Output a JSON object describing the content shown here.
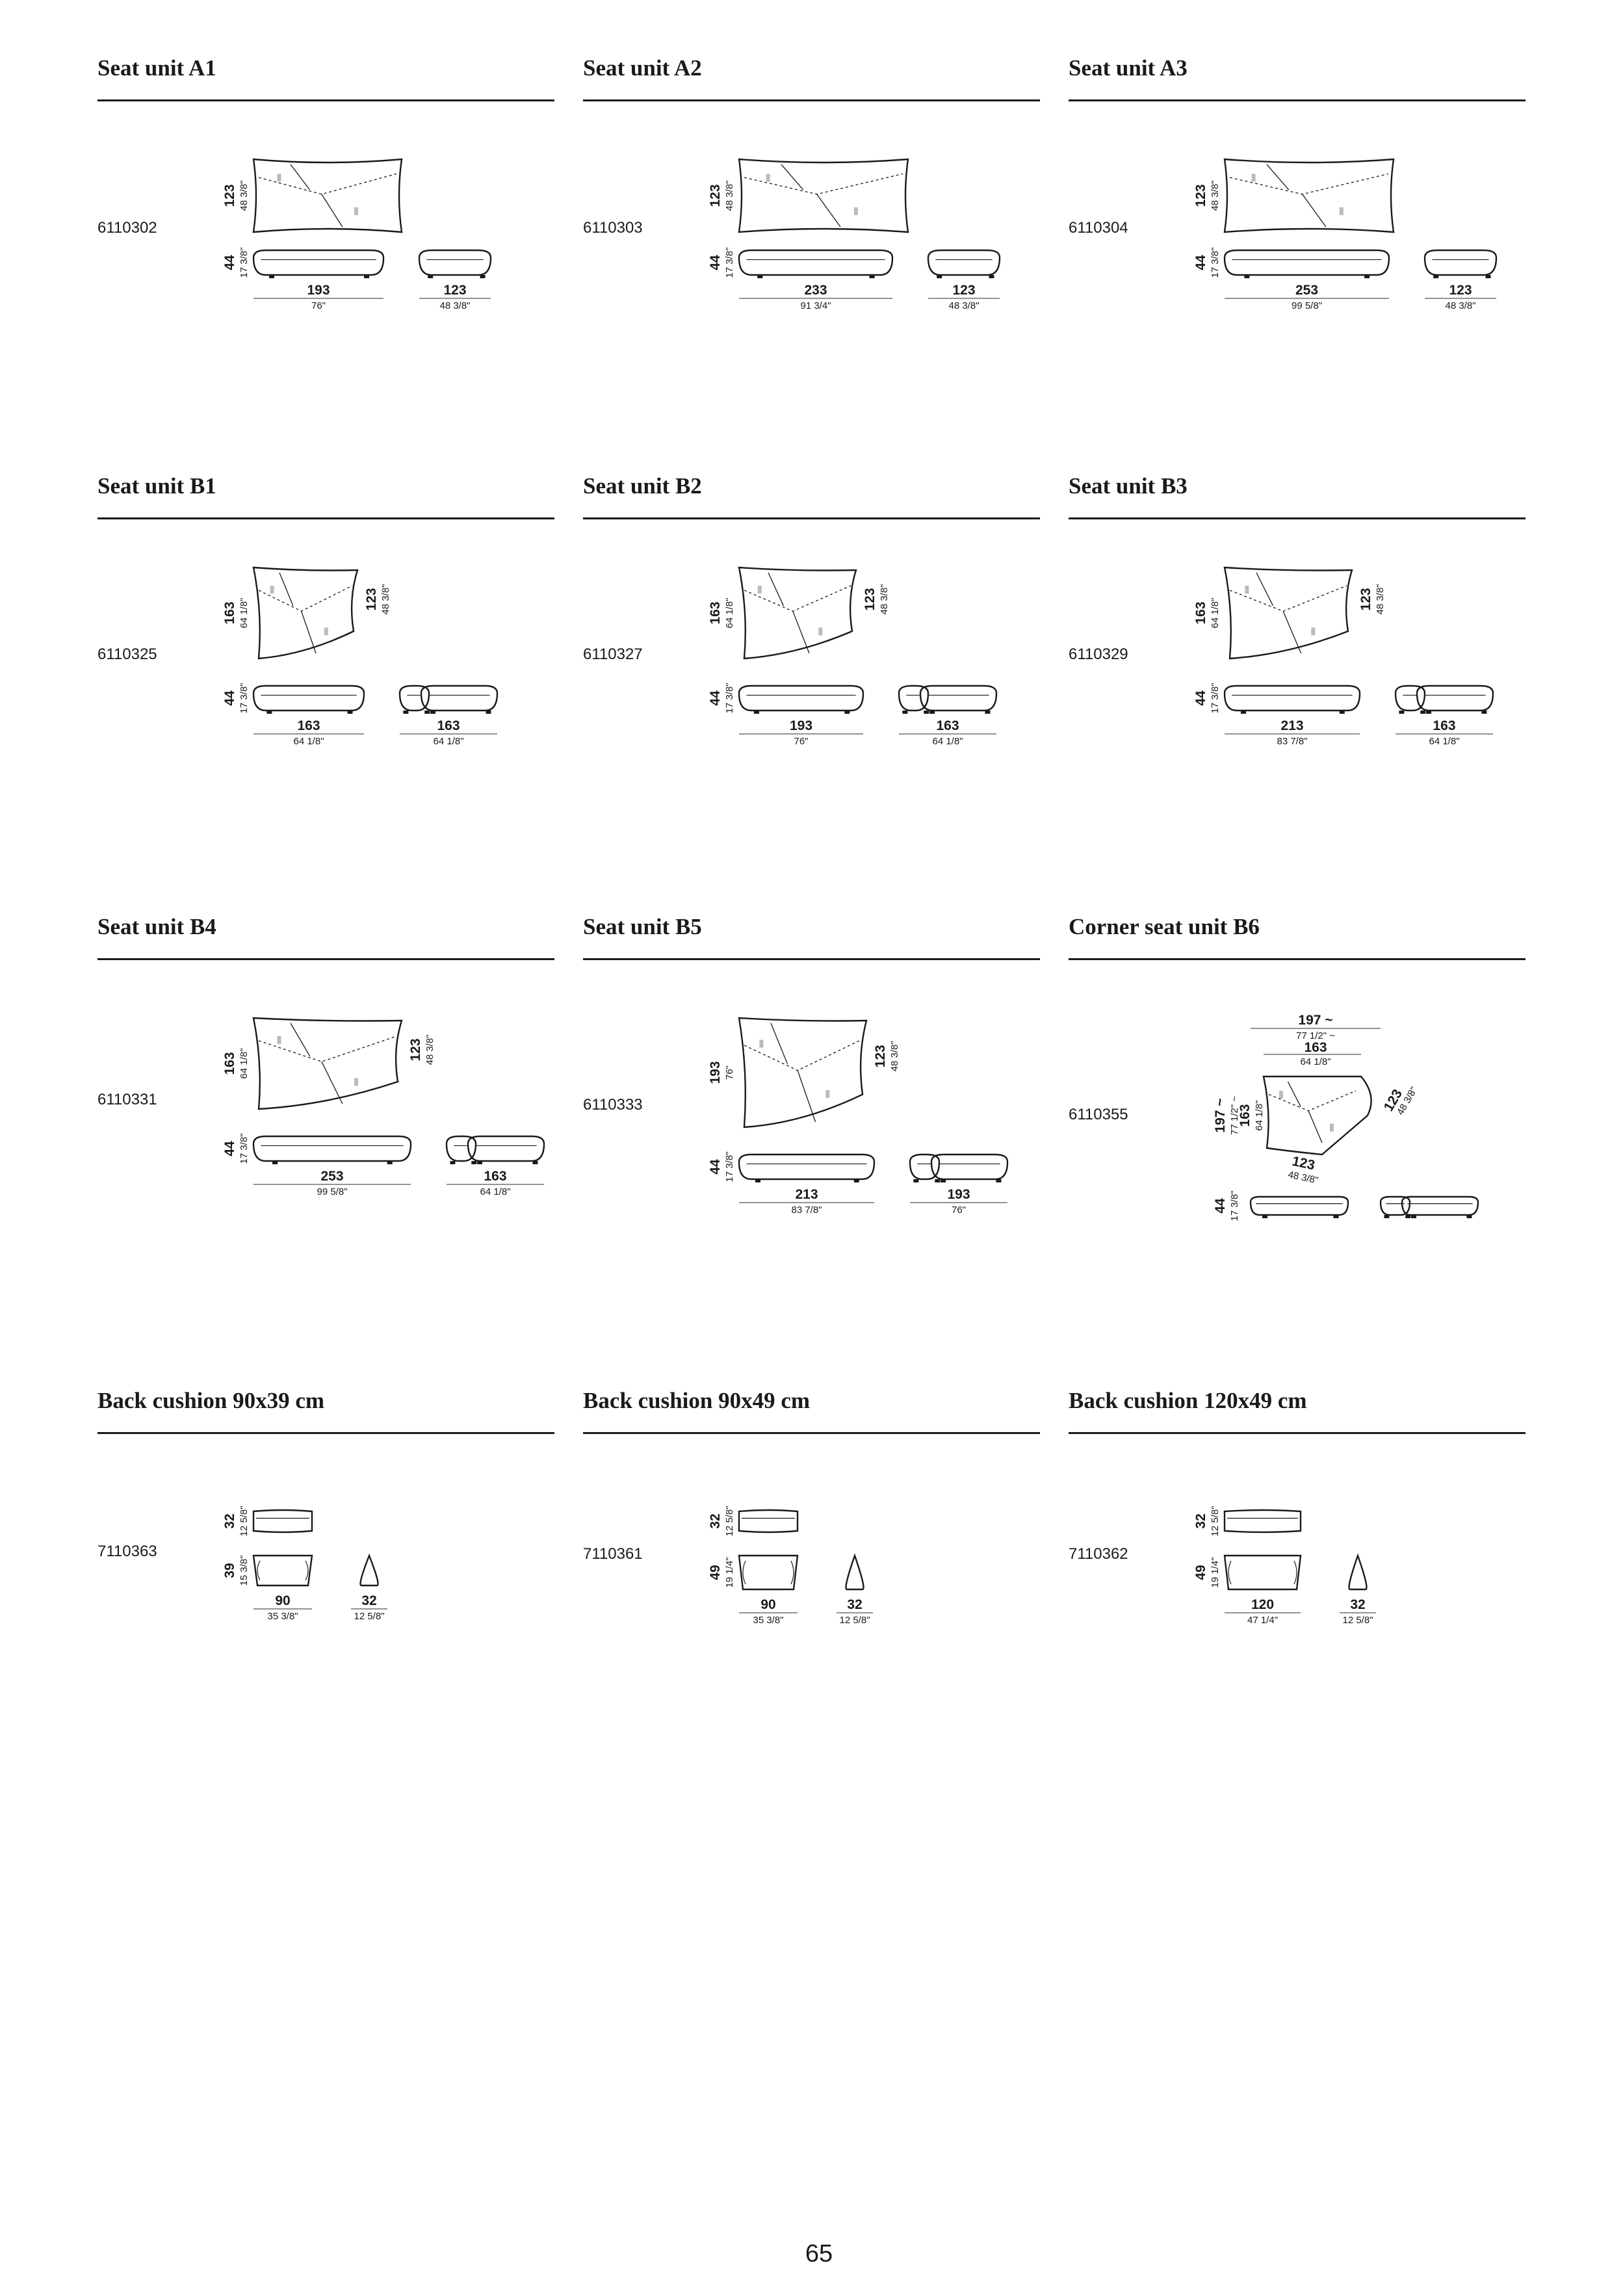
{
  "page_number": "65",
  "sections": [
    {
      "title": "Seat unit A1",
      "code": "6110302",
      "top_view": {
        "shape": "rect",
        "depth": "123",
        "depth_in": "48 3/8\""
      },
      "side_view": {
        "height": "44",
        "height_in": "17 3/8\"",
        "width": "193",
        "width_in": "76\"",
        "width_frac": 0.45
      },
      "end_view": {
        "width": "123",
        "width_in": "48 3/8\""
      }
    },
    {
      "title": "Seat unit A2",
      "code": "6110303",
      "top_view": {
        "shape": "rect",
        "depth": "123",
        "depth_in": "48 3/8\""
      },
      "side_view": {
        "height": "44",
        "height_in": "17 3/8\"",
        "width": "233",
        "width_in": "91 3/4\"",
        "width_frac": 0.53
      },
      "end_view": {
        "width": "123",
        "width_in": "48 3/8\""
      }
    },
    {
      "title": "Seat unit A3",
      "code": "6110304",
      "top_view": {
        "shape": "rect",
        "depth": "123",
        "depth_in": "48 3/8\""
      },
      "side_view": {
        "height": "44",
        "height_in": "17 3/8\"",
        "width": "253",
        "width_in": "99 5/8\"",
        "width_frac": 0.57
      },
      "end_view": {
        "width": "123",
        "width_in": "48 3/8\""
      }
    },
    {
      "title": "Seat unit B1",
      "code": "6110325",
      "top_view": {
        "shape": "trapezoid",
        "depth": "163",
        "depth_in": "64 1/8\"",
        "depth2": "123",
        "depth2_in": "48 3/8\""
      },
      "side_view": {
        "height": "44",
        "height_in": "17 3/8\"",
        "width": "163",
        "width_in": "64 1/8\"",
        "width_frac": 0.4
      },
      "end_view": {
        "width": "163",
        "width_in": "64 1/8\""
      }
    },
    {
      "title": "Seat unit B2",
      "code": "6110327",
      "top_view": {
        "shape": "trapezoid",
        "depth": "163",
        "depth_in": "64 1/8\"",
        "depth2": "123",
        "depth2_in": "48 3/8\""
      },
      "side_view": {
        "height": "44",
        "height_in": "17 3/8\"",
        "width": "193",
        "width_in": "76\"",
        "width_frac": 0.45
      },
      "end_view": {
        "width": "163",
        "width_in": "64 1/8\""
      }
    },
    {
      "title": "Seat unit B3",
      "code": "6110329",
      "top_view": {
        "shape": "trapezoid",
        "depth": "163",
        "depth_in": "64 1/8\"",
        "depth2": "123",
        "depth2_in": "48 3/8\""
      },
      "side_view": {
        "height": "44",
        "height_in": "17 3/8\"",
        "width": "213",
        "width_in": "83 7/8\"",
        "width_frac": 0.49
      },
      "end_view": {
        "width": "163",
        "width_in": "64 1/8\""
      }
    },
    {
      "title": "Seat unit B4",
      "code": "6110331",
      "top_view": {
        "shape": "trapezoid",
        "depth": "163",
        "depth_in": "64 1/8\"",
        "depth2": "123",
        "depth2_in": "48 3/8\""
      },
      "side_view": {
        "height": "44",
        "height_in": "17 3/8\"",
        "width": "253",
        "width_in": "99 5/8\"",
        "width_frac": 0.57
      },
      "end_view": {
        "width": "163",
        "width_in": "64 1/8\""
      }
    },
    {
      "title": "Seat unit B5",
      "code": "6110333",
      "top_view": {
        "shape": "trapezoid",
        "depth": "193",
        "depth_in": "76\"",
        "depth2": "123",
        "depth2_in": "48 3/8\""
      },
      "side_view": {
        "height": "44",
        "height_in": "17 3/8\"",
        "width": "213",
        "width_in": "83 7/8\"",
        "width_frac": 0.49
      },
      "end_view": {
        "width": "193",
        "width_in": "76\""
      }
    },
    {
      "title": "Corner seat unit B6",
      "code": "6110355",
      "top_view": {
        "shape": "corner",
        "overall": "197 ~",
        "overall_in": "77 1/2\" ~",
        "inner": "163",
        "inner_in": "64 1/8\"",
        "side": "123",
        "side_in": "48 3/8\""
      },
      "side_view": {
        "height": "44",
        "height_in": "17 3/8\""
      }
    },
    {
      "title": "Back cushion 90x39 cm",
      "code": "7110363",
      "top_view": {
        "shape": "cushion",
        "depth": "32",
        "depth_in": "12 5/8\""
      },
      "side_view": {
        "height": "39",
        "height_in": "15 3/8\"",
        "width": "90",
        "width_in": "35 3/8\"",
        "width_frac": 0.23
      },
      "end_view": {
        "width": "32",
        "width_in": "12 5/8\""
      }
    },
    {
      "title": "Back cushion 90x49 cm",
      "code": "7110361",
      "top_view": {
        "shape": "cushion",
        "depth": "32",
        "depth_in": "12 5/8\""
      },
      "side_view": {
        "height": "49",
        "height_in": "19 1/4\"",
        "width": "90",
        "width_in": "35 3/8\"",
        "width_frac": 0.23
      },
      "end_view": {
        "width": "32",
        "width_in": "12 5/8\""
      }
    },
    {
      "title": "Back cushion 120x49 cm",
      "code": "7110362",
      "top_view": {
        "shape": "cushion",
        "depth": "32",
        "depth_in": "12 5/8\""
      },
      "side_view": {
        "height": "49",
        "height_in": "19 1/4\"",
        "width": "120",
        "width_in": "47 1/4\"",
        "width_frac": 0.3
      },
      "end_view": {
        "width": "32",
        "width_in": "12 5/8\""
      }
    }
  ]
}
